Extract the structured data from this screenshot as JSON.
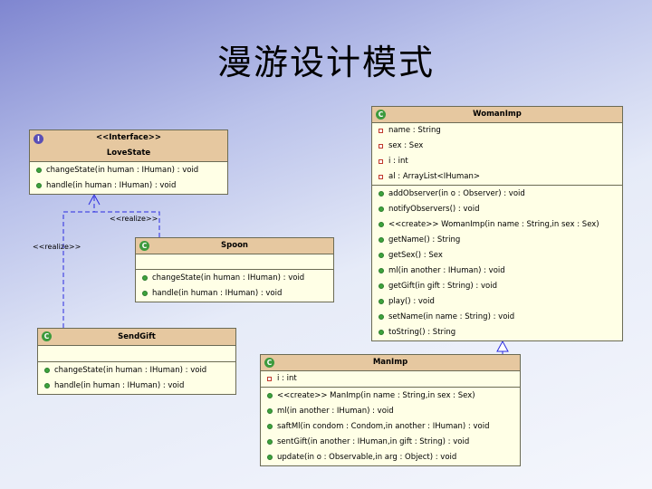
{
  "title": "漫游设计模式",
  "classes": {
    "love_state": {
      "stereotype": "<<Interface>>",
      "name": "LoveState",
      "badge": "I",
      "operations": [
        "changeState(in human : IHuman) : void",
        "handle(in human : IHuman) : void"
      ]
    },
    "spoon": {
      "name": "Spoon",
      "badge": "C",
      "operations": [
        "changeState(in human : IHuman) : void",
        "handle(in human : IHuman) : void"
      ]
    },
    "send_gift": {
      "name": "SendGift",
      "badge": "C",
      "operations": [
        "changeState(in human : IHuman) : void",
        "handle(in human : IHuman) : void"
      ]
    },
    "woman_imp": {
      "name": "WomanImp",
      "badge": "C",
      "attributes": [
        "name : String",
        "sex : Sex",
        "i : int",
        "al : ArrayList<IHuman>"
      ],
      "operations": [
        "addObserver(in o : Observer) : void",
        "notifyObservers() : void",
        "<<create>> WomanImp(in name : String,in sex : Sex)",
        "getName() : String",
        "getSex() : Sex",
        "ml(in another : IHuman) : void",
        "getGift(in gift : String) : void",
        "play() : void",
        "setName(in name : String) : void",
        "toString() : String"
      ]
    },
    "man_imp": {
      "name": "ManImp",
      "badge": "C",
      "attributes": [
        "i : int"
      ],
      "operations": [
        "<<create>> ManImp(in name : String,in sex : Sex)",
        "ml(in another : IHuman) : void",
        "saftMl(in condom : Condom,in another : IHuman) : void",
        "sentGift(in another : IHuman,in gift : String) : void",
        "update(in o : Observable,in arg : Object) : void"
      ]
    }
  },
  "edges": {
    "realize_spoon": "<<realize>>",
    "realize_sendgift": "<<realize>>"
  },
  "colors": {
    "class_header": "#e6c8a0",
    "class_body": "#ffffe6",
    "realize_line": "#2a2ae0",
    "generalization_line": "#2a2ae0"
  }
}
